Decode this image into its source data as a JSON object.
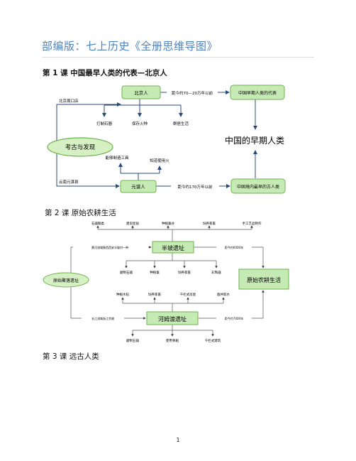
{
  "header": {
    "title": "部编版：七上历史《全册思维导图》"
  },
  "lessons": [
    {
      "label": "第 1 课  中国最早人类的代表—北京人"
    },
    {
      "label": "第 2 课   原始农耕生活"
    },
    {
      "label": "第 3 课   远古人类"
    }
  ],
  "diagram1": {
    "root": "考古与发现",
    "beijing_site": "北京周口店",
    "beijing_man": "北京人",
    "beijing_time": "距今约70—20万年以前",
    "beijing_result": "中国早期人类的代表",
    "beijing_traits": [
      "打制石器",
      "保存火种",
      "群居生活"
    ],
    "big_label": "中国的早期人类",
    "yuanmou_traits": [
      "能够制造工具",
      "知道使用火"
    ],
    "yuanmou_site": "云南元谋县",
    "yuanmou_man": "元谋人",
    "yuanmou_time": "距今约170万年以前",
    "yuanmou_result": "中国境内最早的古人类",
    "colors": {
      "box_fill": "#c6eab4",
      "box_stroke": "#6fb24f",
      "root_fill": "#d6f0c4",
      "line": "#2a4a7a"
    }
  },
  "diagram2": {
    "root": "原始聚落遗址",
    "banpo": "半坡遗址",
    "banpo_loc": "黄河流域陕西西安半坡村一带",
    "banpo_time": "距今约6000年",
    "banpo_top": [
      "石器锄类",
      "建房屋居",
      "种植粟谷",
      "饲养家畜",
      "手工艺品制作"
    ],
    "banpo_bottom": [
      "磨制石器",
      "种植粟",
      "饲养家畜",
      "彩陶器"
    ],
    "hemudu": "河姆渡遗址",
    "hemudu_loc": "长江流域浙江余姚",
    "hemudu_time": "距今约7000年",
    "hemudu_top": [
      "种植水稻",
      "饲养家畜",
      "干栏式房屋",
      "凿井取水"
    ],
    "hemudu_bottom": [
      "磨制石器",
      "使用骨耜",
      "干栏式建筑"
    ],
    "result": "原始农耕生活"
  },
  "footer": {
    "page": "1"
  }
}
